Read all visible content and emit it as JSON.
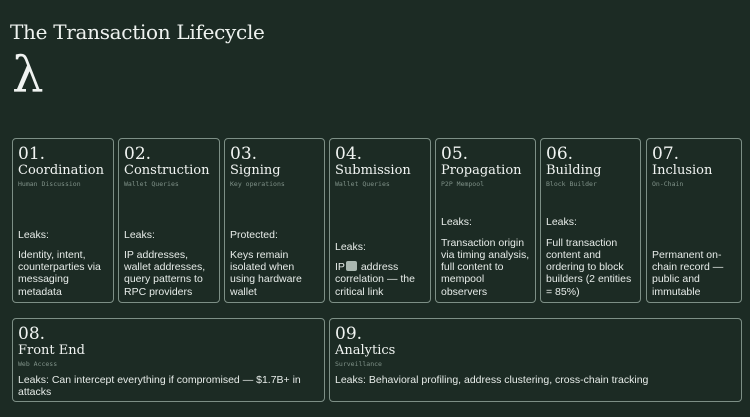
{
  "title": "The Transaction Lifecycle",
  "logo_symbol": "λ",
  "colors": {
    "background": "#1c2b24",
    "border": "#7d8f86",
    "text": "#e7ece9",
    "muted": "#7f9188"
  },
  "stages": [
    {
      "num": "01.",
      "name": "Coordination",
      "sub": "Human Discussion",
      "label": "Leaks:",
      "text": "Identity, intent, counterparties via messaging metadata"
    },
    {
      "num": "02.",
      "name": "Construction",
      "sub": "Wallet Queries",
      "label": "Leaks:",
      "text": "IP addresses, wallet addresses, query patterns to RPC providers"
    },
    {
      "num": "03.",
      "name": "Signing",
      "sub": "Key operations",
      "label": "Protected:",
      "text": "Keys remain isolated when using hardware wallet"
    },
    {
      "num": "04.",
      "name": "Submission",
      "sub": "Wallet Queries",
      "label": "Leaks:",
      "text_a": "IP",
      "text_b": "address correlation — the critical link"
    },
    {
      "num": "05.",
      "name": "Propagation",
      "sub": "P2P Mempool",
      "label": "Leaks:",
      "text": "Transaction origin via timing analysis, full content to mempool observers"
    },
    {
      "num": "06.",
      "name": "Building",
      "sub": "Block Builder",
      "label": "Leaks:",
      "text": "Full transaction content and ordering to block builders (2 entities = 85%)"
    },
    {
      "num": "07.",
      "name": "Inclusion",
      "sub": "On-Chain",
      "text": "Permanent on-chain record — public and immutable"
    }
  ],
  "bottom": [
    {
      "num": "08.",
      "name": "Front End",
      "sub": "Web Access",
      "text": "Leaks: Can intercept everything if compromised — $1.7B+ in attacks"
    },
    {
      "num": "09.",
      "name": "Analytics",
      "sub": "Surveillance",
      "text": "Leaks: Behavioral profiling, address clustering, cross-chain tracking"
    }
  ]
}
